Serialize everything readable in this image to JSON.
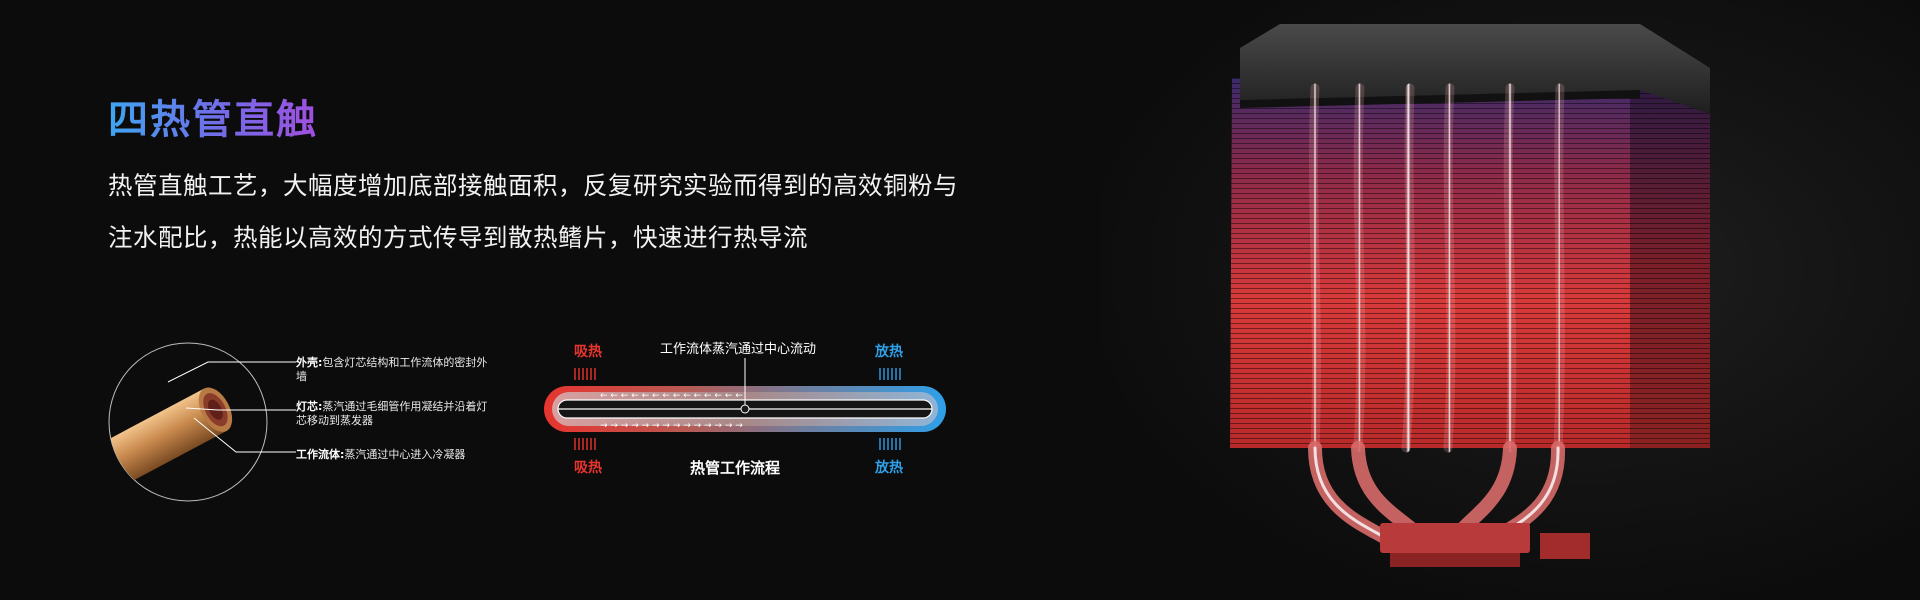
{
  "title": "四热管直触",
  "description": "热管直触工艺，大幅度增加底部接触面积，反复研究实验而得到的高效铜粉与注水配比，热能以高效的方式传导到散热鳍片，快速进行热导流",
  "pipe_diagram": {
    "callouts": [
      {
        "label": "外壳:",
        "text": "包含灯芯结构和工作流体的密封外墙"
      },
      {
        "label": "灯芯:",
        "text": "蒸汽通过毛细管作用凝结并沿着灯芯移动到蒸发器"
      },
      {
        "label": "工作流体:",
        "text": "蒸汽通过中心进入冷凝器"
      }
    ]
  },
  "flow_diagram": {
    "absorb_top": "吸热",
    "release_top": "放热",
    "center_note": "工作流体蒸汽通过中心流动",
    "absorb_bottom": "吸热",
    "release_bottom": "放热",
    "caption": "热管工作流程",
    "colors": {
      "hot": "#e8342f",
      "cold": "#2f9fe8"
    }
  },
  "product": {
    "icon": "cpu-cooler-tower-illustration"
  }
}
